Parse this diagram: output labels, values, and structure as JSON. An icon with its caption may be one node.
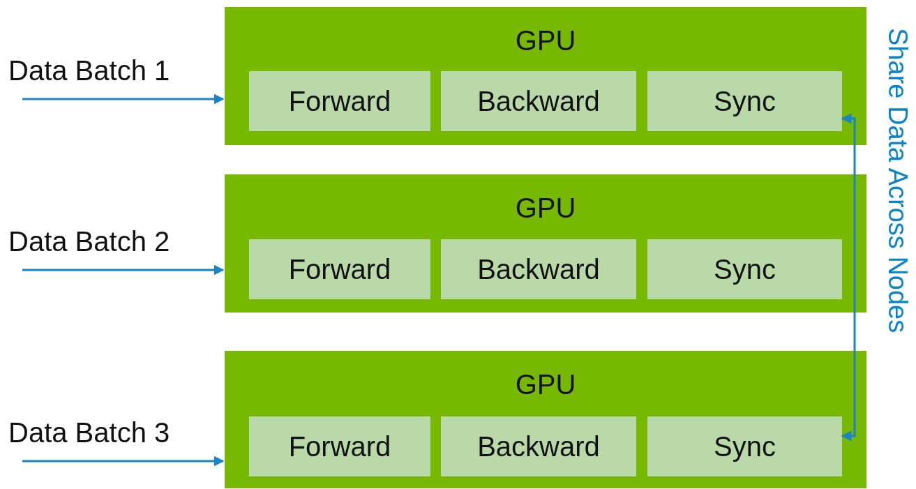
{
  "diagram": {
    "nodes": [
      {
        "text": [
          "Data Batch 1"
        ]
      },
      {
        "text": [
          "GPU"
        ]
      },
      {
        "text": [
          "Forward"
        ],
        "in": 1
      },
      {
        "text": [
          "Backward"
        ],
        "in": 1
      },
      {
        "text": [
          "Sync"
        ],
        "in": 1
      },
      {
        "text": [
          "Data Batch 2"
        ]
      },
      {
        "text": [
          "GPU"
        ]
      },
      {
        "text": [
          "Forward"
        ],
        "in": 6
      },
      {
        "text": [
          "Backward"
        ],
        "in": 6
      },
      {
        "text": [
          "Sync"
        ],
        "in": 6
      },
      {
        "text": [
          "Data Batch 3"
        ]
      },
      {
        "text": [
          "GPU"
        ]
      },
      {
        "text": [
          "Forward"
        ],
        "in": 11
      },
      {
        "text": [
          "Backward"
        ],
        "in": 11
      },
      {
        "text": [
          "Sync"
        ],
        "in": 11
      }
    ],
    "edges": [
      {
        "from": 0,
        "to": 1,
        "arrow": "to"
      },
      {
        "from": 5,
        "to": 6,
        "arrow": "to"
      },
      {
        "from": 10,
        "to": 11,
        "arrow": "to"
      },
      {
        "from": 4,
        "to": 14,
        "arrow": "both"
      }
    ],
    "labels": [
      "Share Data Across Nodes"
    ]
  }
}
